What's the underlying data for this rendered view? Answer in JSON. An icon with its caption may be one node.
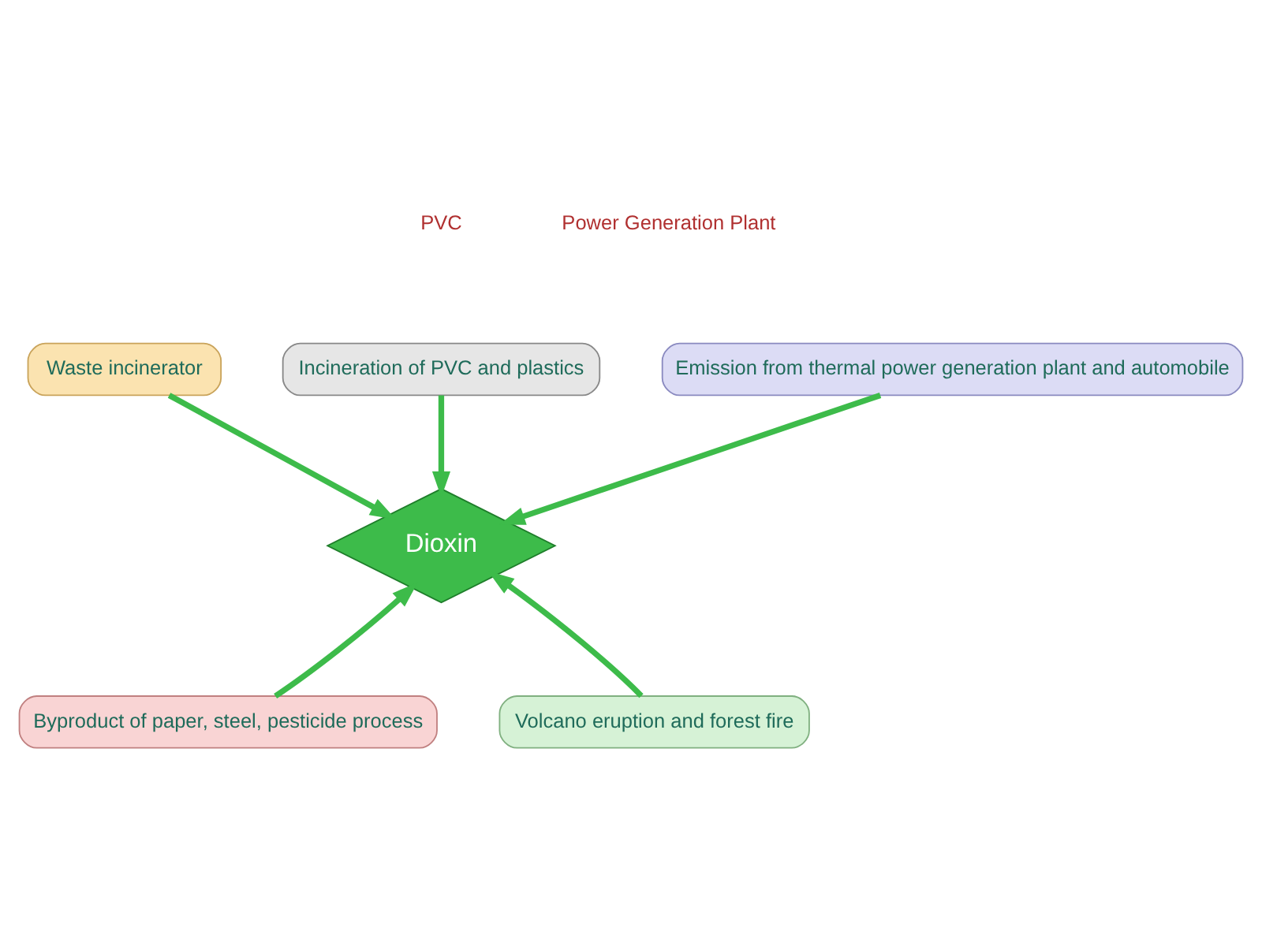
{
  "diagram": {
    "nodes": [
      {
        "text": [
          "Waste incinerator"
        ]
      },
      {
        "text": [
          "Incineration of PVC and plastics"
        ]
      },
      {
        "text": [
          "Dioxin"
        ]
      },
      {
        "text": [
          "Emission from thermal power generation plant and automobile"
        ]
      },
      {
        "text": [
          "Byproduct of paper, steel, pesticide process"
        ]
      },
      {
        "text": [
          "Volcano eruption and forest fire"
        ]
      }
    ],
    "edges": [
      {
        "from": 0,
        "to": 2,
        "arrow": "to"
      },
      {
        "from": 1,
        "to": 2,
        "arrow": "to"
      },
      {
        "from": 3,
        "to": 2,
        "arrow": "to"
      },
      {
        "from": 4,
        "to": 2,
        "arrow": "to"
      },
      {
        "from": 5,
        "to": 2,
        "arrow": "to"
      }
    ],
    "labels": [
      "PVC",
      "Power Generation Plant"
    ]
  }
}
